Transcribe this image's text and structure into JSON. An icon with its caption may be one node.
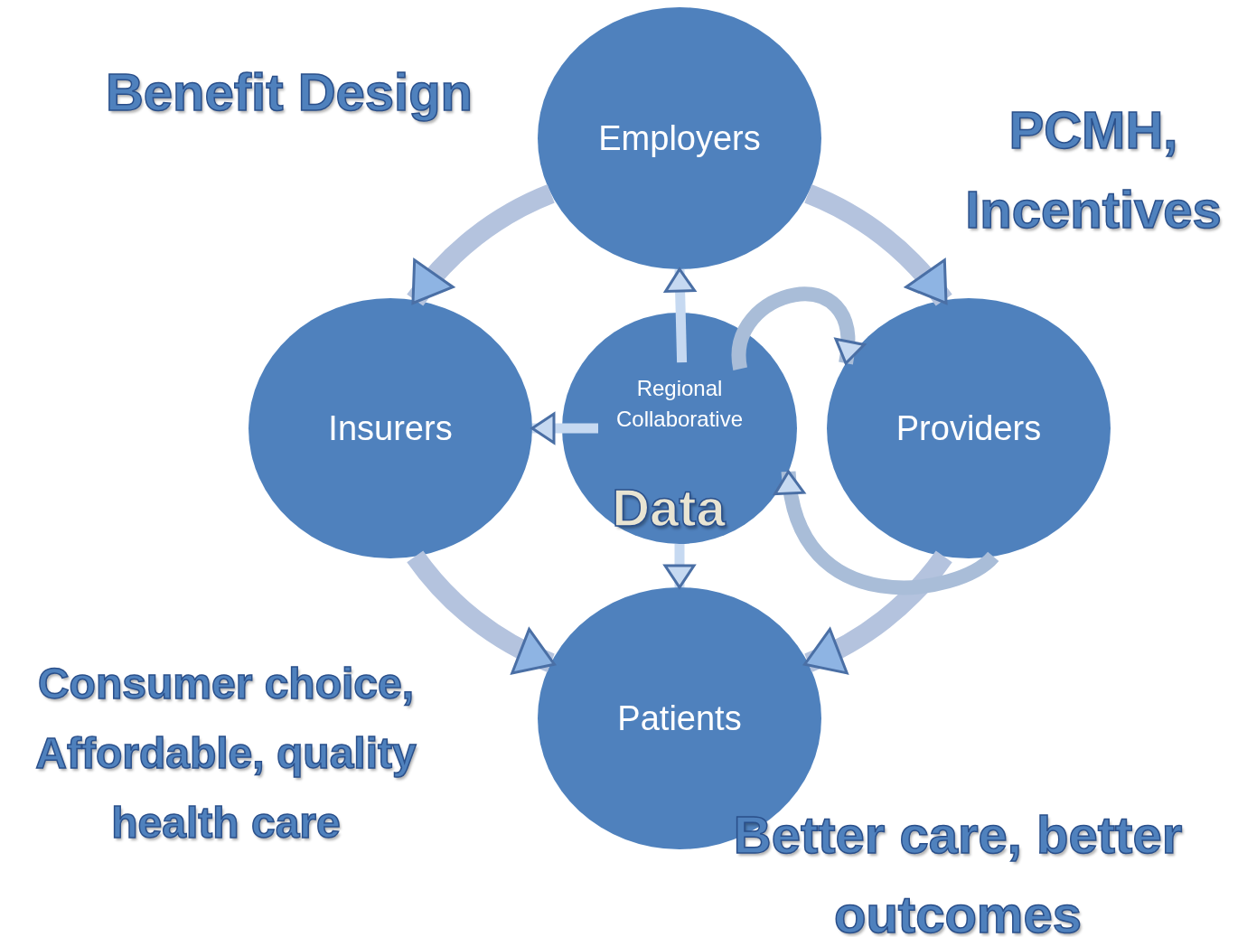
{
  "diagram": {
    "nodes": [
      {
        "text": [
          "Employers"
        ]
      },
      {
        "text": [
          "Insurers"
        ]
      },
      {
        "text": [
          "Regional Collaborative"
        ]
      },
      {
        "text": [
          "Providers"
        ]
      },
      {
        "text": [
          "Patients"
        ]
      }
    ],
    "edges": [
      {
        "from": 0,
        "to": 3,
        "arrow": "to"
      },
      {
        "from": 3,
        "to": 4,
        "arrow": "to"
      },
      {
        "from": 1,
        "to": 4,
        "arrow": "to"
      },
      {
        "from": 0,
        "to": 1,
        "arrow": "to"
      },
      {
        "from": 2,
        "to": 0,
        "arrow": "to"
      },
      {
        "from": 2,
        "to": 1,
        "arrow": "to"
      },
      {
        "from": 2,
        "to": 4,
        "arrow": "to"
      },
      {
        "from": 2,
        "to": 3,
        "arrow": "to"
      },
      {
        "from": 3,
        "to": 2,
        "arrow": "to"
      }
    ],
    "labels": [
      "Benefit Design",
      "PCMH, Incentives",
      "Data",
      "Consumer choice, Affordable, quality health care",
      "Better care, better outcomes"
    ]
  }
}
